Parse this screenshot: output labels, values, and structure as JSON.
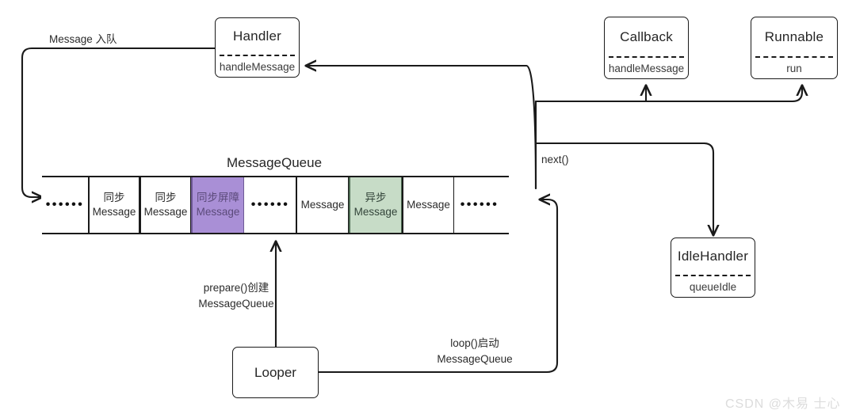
{
  "diagram": {
    "title_queue": "MessageQueue",
    "watermark": "CSDN @木易 士心"
  },
  "boxes": {
    "handler": {
      "title": "Handler",
      "member": "handleMessage"
    },
    "callback": {
      "title": "Callback",
      "member": "handleMessage"
    },
    "runnable": {
      "title": "Runnable",
      "member": "run"
    },
    "idle_handler": {
      "title": "IdleHandler",
      "member": "queueIdle"
    },
    "looper": {
      "title": "Looper"
    }
  },
  "queue": {
    "label": "MessageQueue",
    "cells": [
      {
        "kind": "ellipsis",
        "l1": "••••••",
        "l2": ""
      },
      {
        "kind": "plain",
        "l1": "同步",
        "l2": "Message"
      },
      {
        "kind": "plain",
        "l1": "同步",
        "l2": "Message"
      },
      {
        "kind": "purple",
        "l1": "同步屏障",
        "l2": "Message"
      },
      {
        "kind": "ellipsis",
        "l1": "••••••",
        "l2": ""
      },
      {
        "kind": "plain",
        "l1": "",
        "l2": "Message"
      },
      {
        "kind": "green",
        "l1": "异步",
        "l2": "Message"
      },
      {
        "kind": "plain",
        "l1": "",
        "l2": "Message"
      },
      {
        "kind": "ellipsis",
        "l1": "••••••",
        "l2": ""
      }
    ]
  },
  "edges": {
    "enqueue": "Message 入队",
    "next": "next()",
    "prepare": "prepare()创建\nMessageQueue",
    "loop": "loop()启动\nMessageQueue"
  },
  "colors": {
    "stroke": "#1a1a1a",
    "purple_fill": "#a98fd6",
    "purple_stroke": "#6f5a96",
    "green_fill": "#c7dcc7",
    "green_stroke": "#4d6b52",
    "text": "#262626",
    "watermark": "#dcdcdc"
  }
}
